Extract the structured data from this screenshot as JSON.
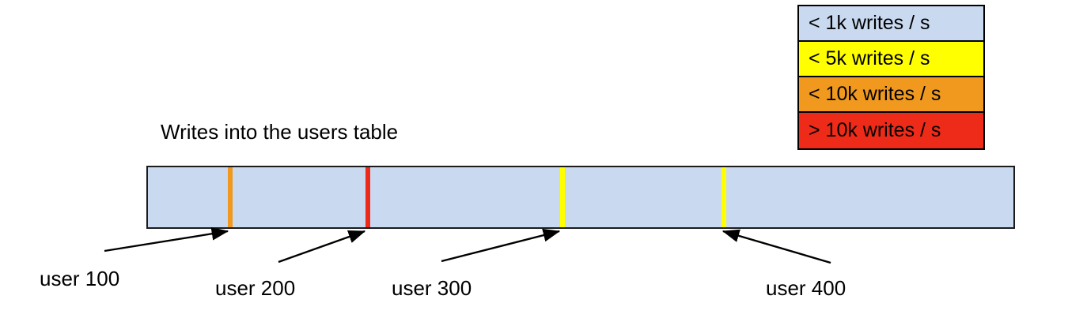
{
  "chart_data": {
    "type": "bar",
    "title": "Writes into the users table",
    "xlabel": "",
    "ylabel": "",
    "orientation": "horizontal-range",
    "track": {
      "name": "users table",
      "fill_color": "#c9d9f0",
      "border_color": "#1b1b1b",
      "default_bucket": "< 1k writes / s"
    },
    "markers": [
      {
        "label": "user 100",
        "position_pct": 9.6,
        "color": "#f0991e",
        "bucket": "< 10k writes / s"
      },
      {
        "label": "user 200",
        "position_pct": 25.4,
        "color": "#ed2b18",
        "bucket": "> 10k writes / s"
      },
      {
        "label": "user 300",
        "position_pct": 47.8,
        "color": "#ffff00",
        "bucket": "< 5k writes / s"
      },
      {
        "label": "user 400",
        "position_pct": 66.4,
        "color": "#ffff00",
        "bucket": "< 5k writes / s"
      }
    ],
    "legend": {
      "position": "top-right",
      "entries": [
        {
          "label": "< 1k writes / s",
          "color": "#c9d9f0"
        },
        {
          "label": "< 5k writes / s",
          "color": "#ffff00"
        },
        {
          "label": "< 10k writes / s",
          "color": "#f0991e"
        },
        {
          "label": "> 10k writes / s",
          "color": "#ed2b18"
        }
      ]
    },
    "grid": false
  },
  "diagram": {
    "title": "Writes into the users table",
    "legend": {
      "entries": [
        {
          "label": "< 1k writes / s",
          "color": "#c9d9f0"
        },
        {
          "label": "< 5k writes / s",
          "color": "#ffff00"
        },
        {
          "label": "< 10k writes / s",
          "color": "#f0991e"
        },
        {
          "label": "> 10k writes / s",
          "color": "#ed2b18"
        }
      ]
    },
    "callouts": [
      {
        "label": "user 100"
      },
      {
        "label": "user 200"
      },
      {
        "label": "user 300"
      },
      {
        "label": "user 400"
      }
    ]
  },
  "colors": {
    "background": "#ffffff",
    "outline": "#000000",
    "bar_fill": "#c9d9f0",
    "bar_border": "#1b1b1b",
    "blue": "#c9d9f0",
    "yellow": "#ffff00",
    "orange": "#f0991e",
    "red": "#ed2b18"
  }
}
